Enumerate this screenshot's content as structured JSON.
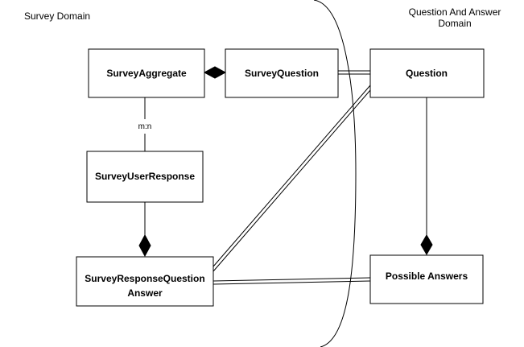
{
  "domains": {
    "survey": "Survey Domain",
    "qa_line1": "Question And Answer",
    "qa_line2": "Domain"
  },
  "boxes": {
    "survey_aggregate": "SurveyAggregate",
    "survey_question": "SurveyQuestion",
    "question": "Question",
    "survey_user_response": "SurveyUserResponse",
    "survey_response_question_answer_line1": "SurveyResponseQuestion",
    "survey_response_question_answer_line2": "Answer",
    "possible_answers": "Possible Answers"
  },
  "relations": {
    "multiplicity": "m:n"
  },
  "colors": {
    "stroke": "#000000",
    "background": "#ffffff"
  }
}
